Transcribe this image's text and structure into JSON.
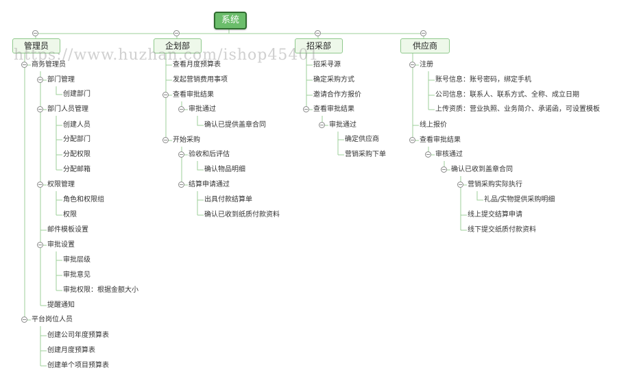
{
  "root": {
    "label": "系统"
  },
  "branches": [
    {
      "label": "管理员"
    },
    {
      "label": "企划部"
    },
    {
      "label": "招采部"
    },
    {
      "label": "供应商"
    }
  ],
  "admin": {
    "biz_admin": "商务管理员",
    "dept_mgmt": "部门管理",
    "create_dept": "创建部门",
    "dept_staff_mgmt": "部门人员管理",
    "create_staff": "创建人员",
    "assign_dept": "分配部门",
    "assign_perm": "分配权限",
    "assign_email": "分配邮箱",
    "perm_mgmt": "权限管理",
    "role_perm_group": "角色和权限组",
    "perm": "权限",
    "mail_template": "邮件模板设置",
    "approval_settings": "审批设置",
    "approval_level": "审批层级",
    "approval_opinion": "审批意见",
    "approval_authority": "审批权限：根据金额大小",
    "reminder": "提醒通知",
    "platform_staff": "平台岗位人员",
    "annual_budget": "创建公司年度预算表",
    "monthly_budget": "创建月度预算表",
    "project_budget": "创建单个项目预算表"
  },
  "planning": {
    "view_monthly_budget": "查看月度预算表",
    "initiate_expense": "发起营销费用事项",
    "view_approval": "查看审批结果",
    "approved": "审批通过",
    "confirm_contract": "确认已提供盖章合同",
    "start_procurement": "开始采购",
    "acceptance": "验收和后评估",
    "confirm_details": "确认物品明细",
    "settlement": "结算申请通过",
    "issue_statement": "出具付款结算单",
    "confirm_paper": "确认已收到纸质付款资料"
  },
  "purchasing": {
    "sourcing": "招采寻源",
    "determine_method": "确定采购方式",
    "invite_quote": "邀请合作方报价",
    "view_approval": "查看审批结果",
    "approved": "审批通过",
    "determine_supplier": "确定供应商",
    "marketing_order": "营销采购下单"
  },
  "supplier": {
    "register": "注册",
    "account_info": "账号信息：账号密码，绑定手机",
    "company_info": "公司信息：联系人、联系方式、全称、成立日期",
    "upload_docs": "上传资质：营业执照、业务简介、承诺函，可设置模板",
    "online_quote": "线上报价",
    "view_audit": "查看审批结果",
    "audit_passed": "审核通过",
    "confirm_contract": "确认已收到盖章合同",
    "execute": "营销采购实际执行",
    "gift_details": "礼品/实物提供采购明细",
    "online_settlement": "线上提交结算申请",
    "offline_paper": "线下提交纸质付款资料"
  },
  "watermark": "https://www.huzhan.com/ishop45401"
}
